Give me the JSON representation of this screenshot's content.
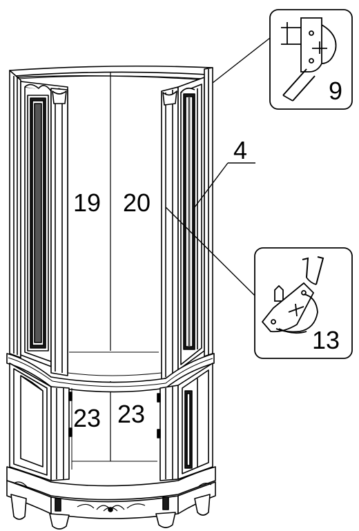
{
  "diagram": {
    "part_labels": {
      "p19": "19",
      "p20": "20",
      "p4": "4",
      "p23_left": "23",
      "p23_right": "23"
    },
    "callouts": {
      "top_right": {
        "label": "9"
      },
      "bottom_right": {
        "label": "13"
      }
    }
  },
  "colors": {
    "ink": "#000000",
    "paper": "#ffffff",
    "shade": "#4a4a4a"
  }
}
